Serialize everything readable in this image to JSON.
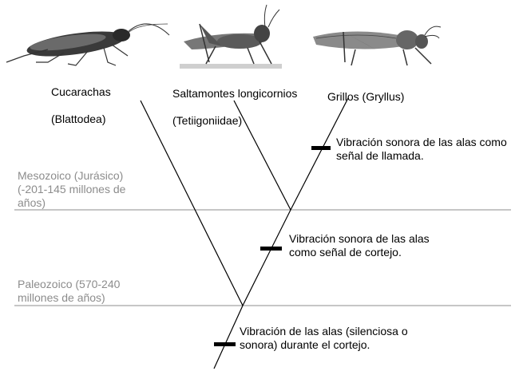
{
  "taxa": [
    {
      "name": "Cucarachas",
      "sub": "(Blattodea)",
      "icon": "cockroach-icon"
    },
    {
      "name": "Saltamontes longicornios",
      "sub": "(Tetiigoniidae)",
      "icon": "katydid-icon"
    },
    {
      "name": "Grillos (Gryllus)",
      "sub": "",
      "icon": "cricket-icon"
    }
  ],
  "eras": [
    {
      "text": "Mesozoico (Jurásico)\n(-201-145 millones de\naños)"
    },
    {
      "text": "Paleozoico (570-240\nmillones de años)"
    }
  ],
  "traits": [
    {
      "text": "Vibración sonora de las alas como\nseñal de llamada."
    },
    {
      "text": "Vibración sonora de las alas\ncomo señal de cortejo."
    },
    {
      "text": "Vibración de las alas (silenciosa o\nsonora) durante el cortejo."
    }
  ],
  "colors": {
    "line": "#000000",
    "era_text": "#8c8c8c",
    "era_rule": "#8c8c8c"
  }
}
